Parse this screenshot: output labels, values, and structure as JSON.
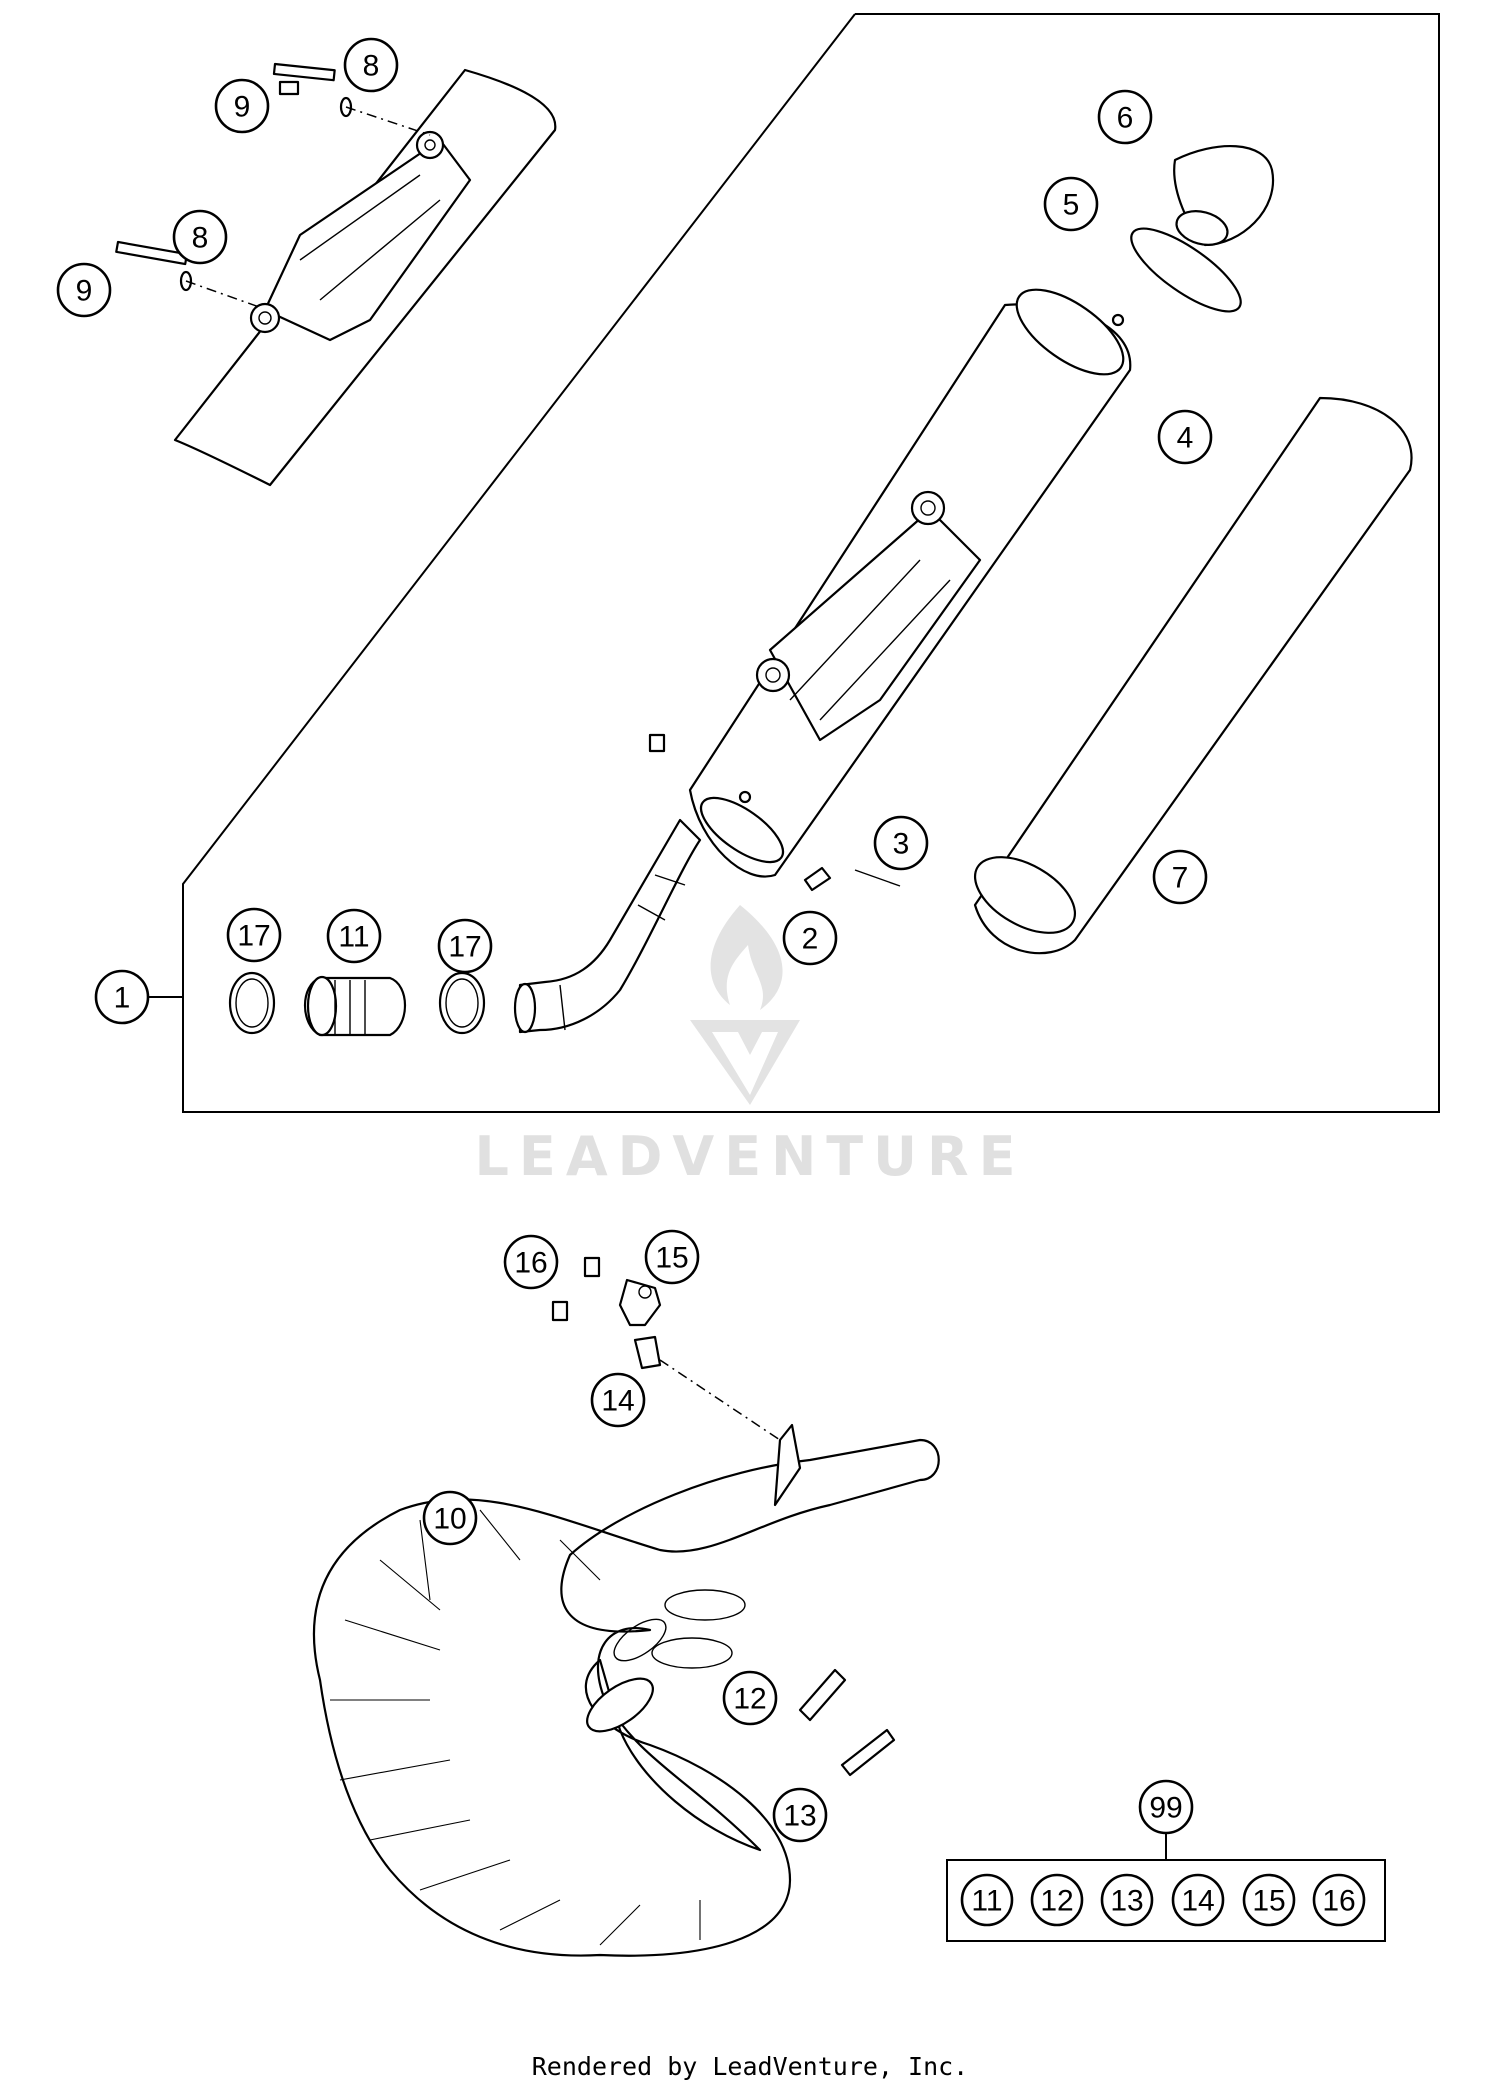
{
  "callouts": [
    {
      "label": "1"
    },
    {
      "label": "2"
    },
    {
      "label": "3"
    },
    {
      "label": "4"
    },
    {
      "label": "5"
    },
    {
      "label": "6"
    },
    {
      "label": "7"
    },
    {
      "label": "8"
    },
    {
      "label": "8"
    },
    {
      "label": "9"
    },
    {
      "label": "9"
    },
    {
      "label": "10"
    },
    {
      "label": "11"
    },
    {
      "label": "12"
    },
    {
      "label": "13"
    },
    {
      "label": "14"
    },
    {
      "label": "15"
    },
    {
      "label": "16"
    },
    {
      "label": "17"
    },
    {
      "label": "17"
    },
    {
      "label": "99"
    }
  ],
  "kit": {
    "items": [
      "11",
      "12",
      "13",
      "14",
      "15",
      "16"
    ]
  },
  "watermark": "LEADVENTURE",
  "footer": "Rendered by LeadVenture, Inc."
}
